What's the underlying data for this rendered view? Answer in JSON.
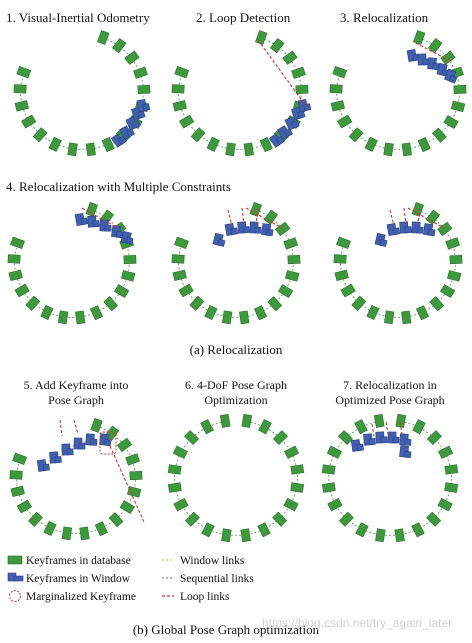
{
  "panels_a": {
    "p1": {
      "title": "1. Visual-Inertial Odometry"
    },
    "p2": {
      "title": "2. Loop Detection"
    },
    "p3": {
      "title": "3. Relocalization"
    },
    "p4": {
      "title": "4. Relocalization with Multiple Constraints"
    }
  },
  "caption_a": "(a)  Relocalization",
  "panels_b": {
    "p5": {
      "title_line1": "5. Add Keyframe into",
      "title_line2": "Pose Graph"
    },
    "p6": {
      "title_line1": "6. 4-DoF Pose Graph",
      "title_line2": "Optimization"
    },
    "p7": {
      "title_line1": "7. Relocalization in",
      "title_line2": "Optimized Pose Graph"
    }
  },
  "legend": {
    "keyframes_db": "Keyframes in database",
    "keyframes_window": "Keyframes in Window",
    "marginalized": "Marginalized Keyframe",
    "window_links": "Window links",
    "sequential_links": "Sequential links",
    "loop_links": "Loop links"
  },
  "caption_b": "(b)  Global Pose Graph optimization",
  "watermark": "https://blog.csdn.net/try_again_later",
  "colors": {
    "database": "#3c9a3c",
    "window": "#3f5fb0",
    "window_link": "#f0b35a",
    "sequential_link": "#6aa86a",
    "loop_link": "#e03030",
    "marginalized": "#e03030"
  }
}
